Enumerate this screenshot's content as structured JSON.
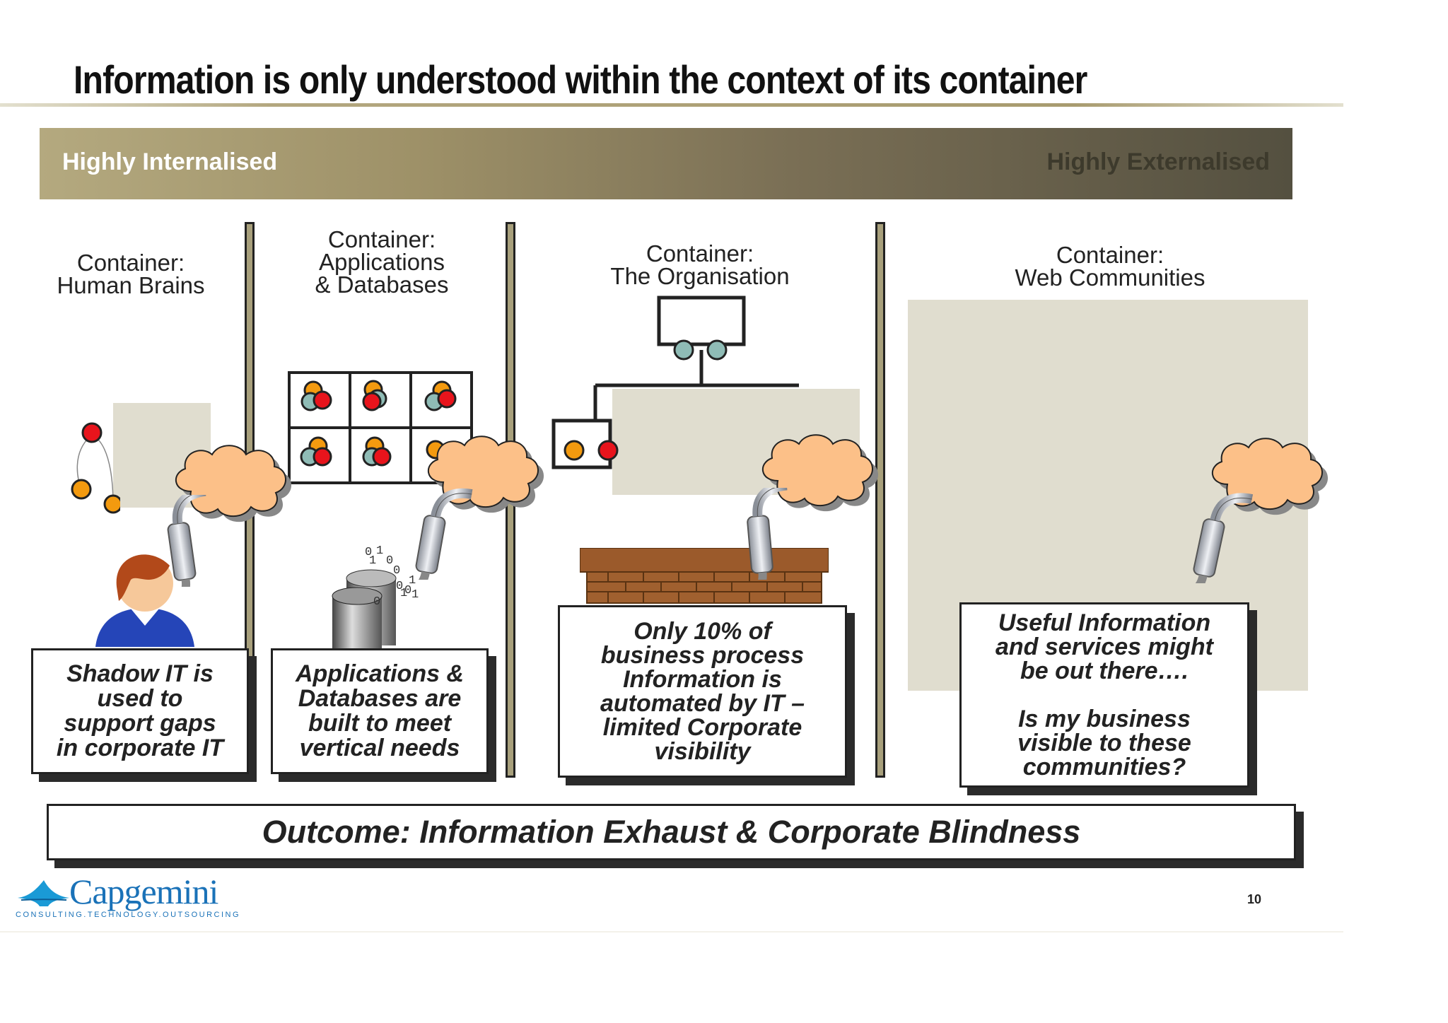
{
  "title": "Information is only understood within the context of its container",
  "banner": {
    "left": "Highly Internalised",
    "right": "Highly Externalised"
  },
  "columns": [
    {
      "label": "Container:\nHuman Brains",
      "callout": "Shadow IT is\nused to\nsupport gaps\nin corporate IT"
    },
    {
      "label": "Container:\nApplications\n& Databases",
      "callout": "Applications &\nDatabases are\nbuilt to meet\nvertical needs"
    },
    {
      "label": "Container:\nThe Organisation",
      "callout": "Only 10% of\nbusiness process\nInformation is\nautomated by IT –\nlimited Corporate\nvisibility"
    },
    {
      "label": "Container:\nWeb Communities",
      "callout": "Useful Information\nand services might\nbe out there….\n\nIs my business\nvisible to these\ncommunities?"
    }
  ],
  "binary_digits": [
    "0",
    "1",
    "1",
    "0",
    "0",
    "1",
    "0",
    "0",
    "1",
    "0",
    "1"
  ],
  "outcome": "Outcome: Information Exhaust & Corporate Blindness",
  "logo": {
    "name": "Capgemini",
    "tagline": "CONSULTING.TECHNOLOGY.OUTSOURCING"
  },
  "page_number": "10",
  "colors": {
    "cloud": "#fcc088",
    "node_red": "#e8141c",
    "node_orange": "#f39a0f",
    "node_teal": "#8fbcb6",
    "divider": "#a8a07c",
    "placeholder": "#e0ddcf",
    "brick": "#9b5a2b",
    "logo_blue": "#1a72b8"
  },
  "icons": [
    "person-icon",
    "database-icon",
    "brick-wall-icon",
    "exhaust-pipe-icon",
    "cloud-icon",
    "capgemini-spade-icon"
  ]
}
